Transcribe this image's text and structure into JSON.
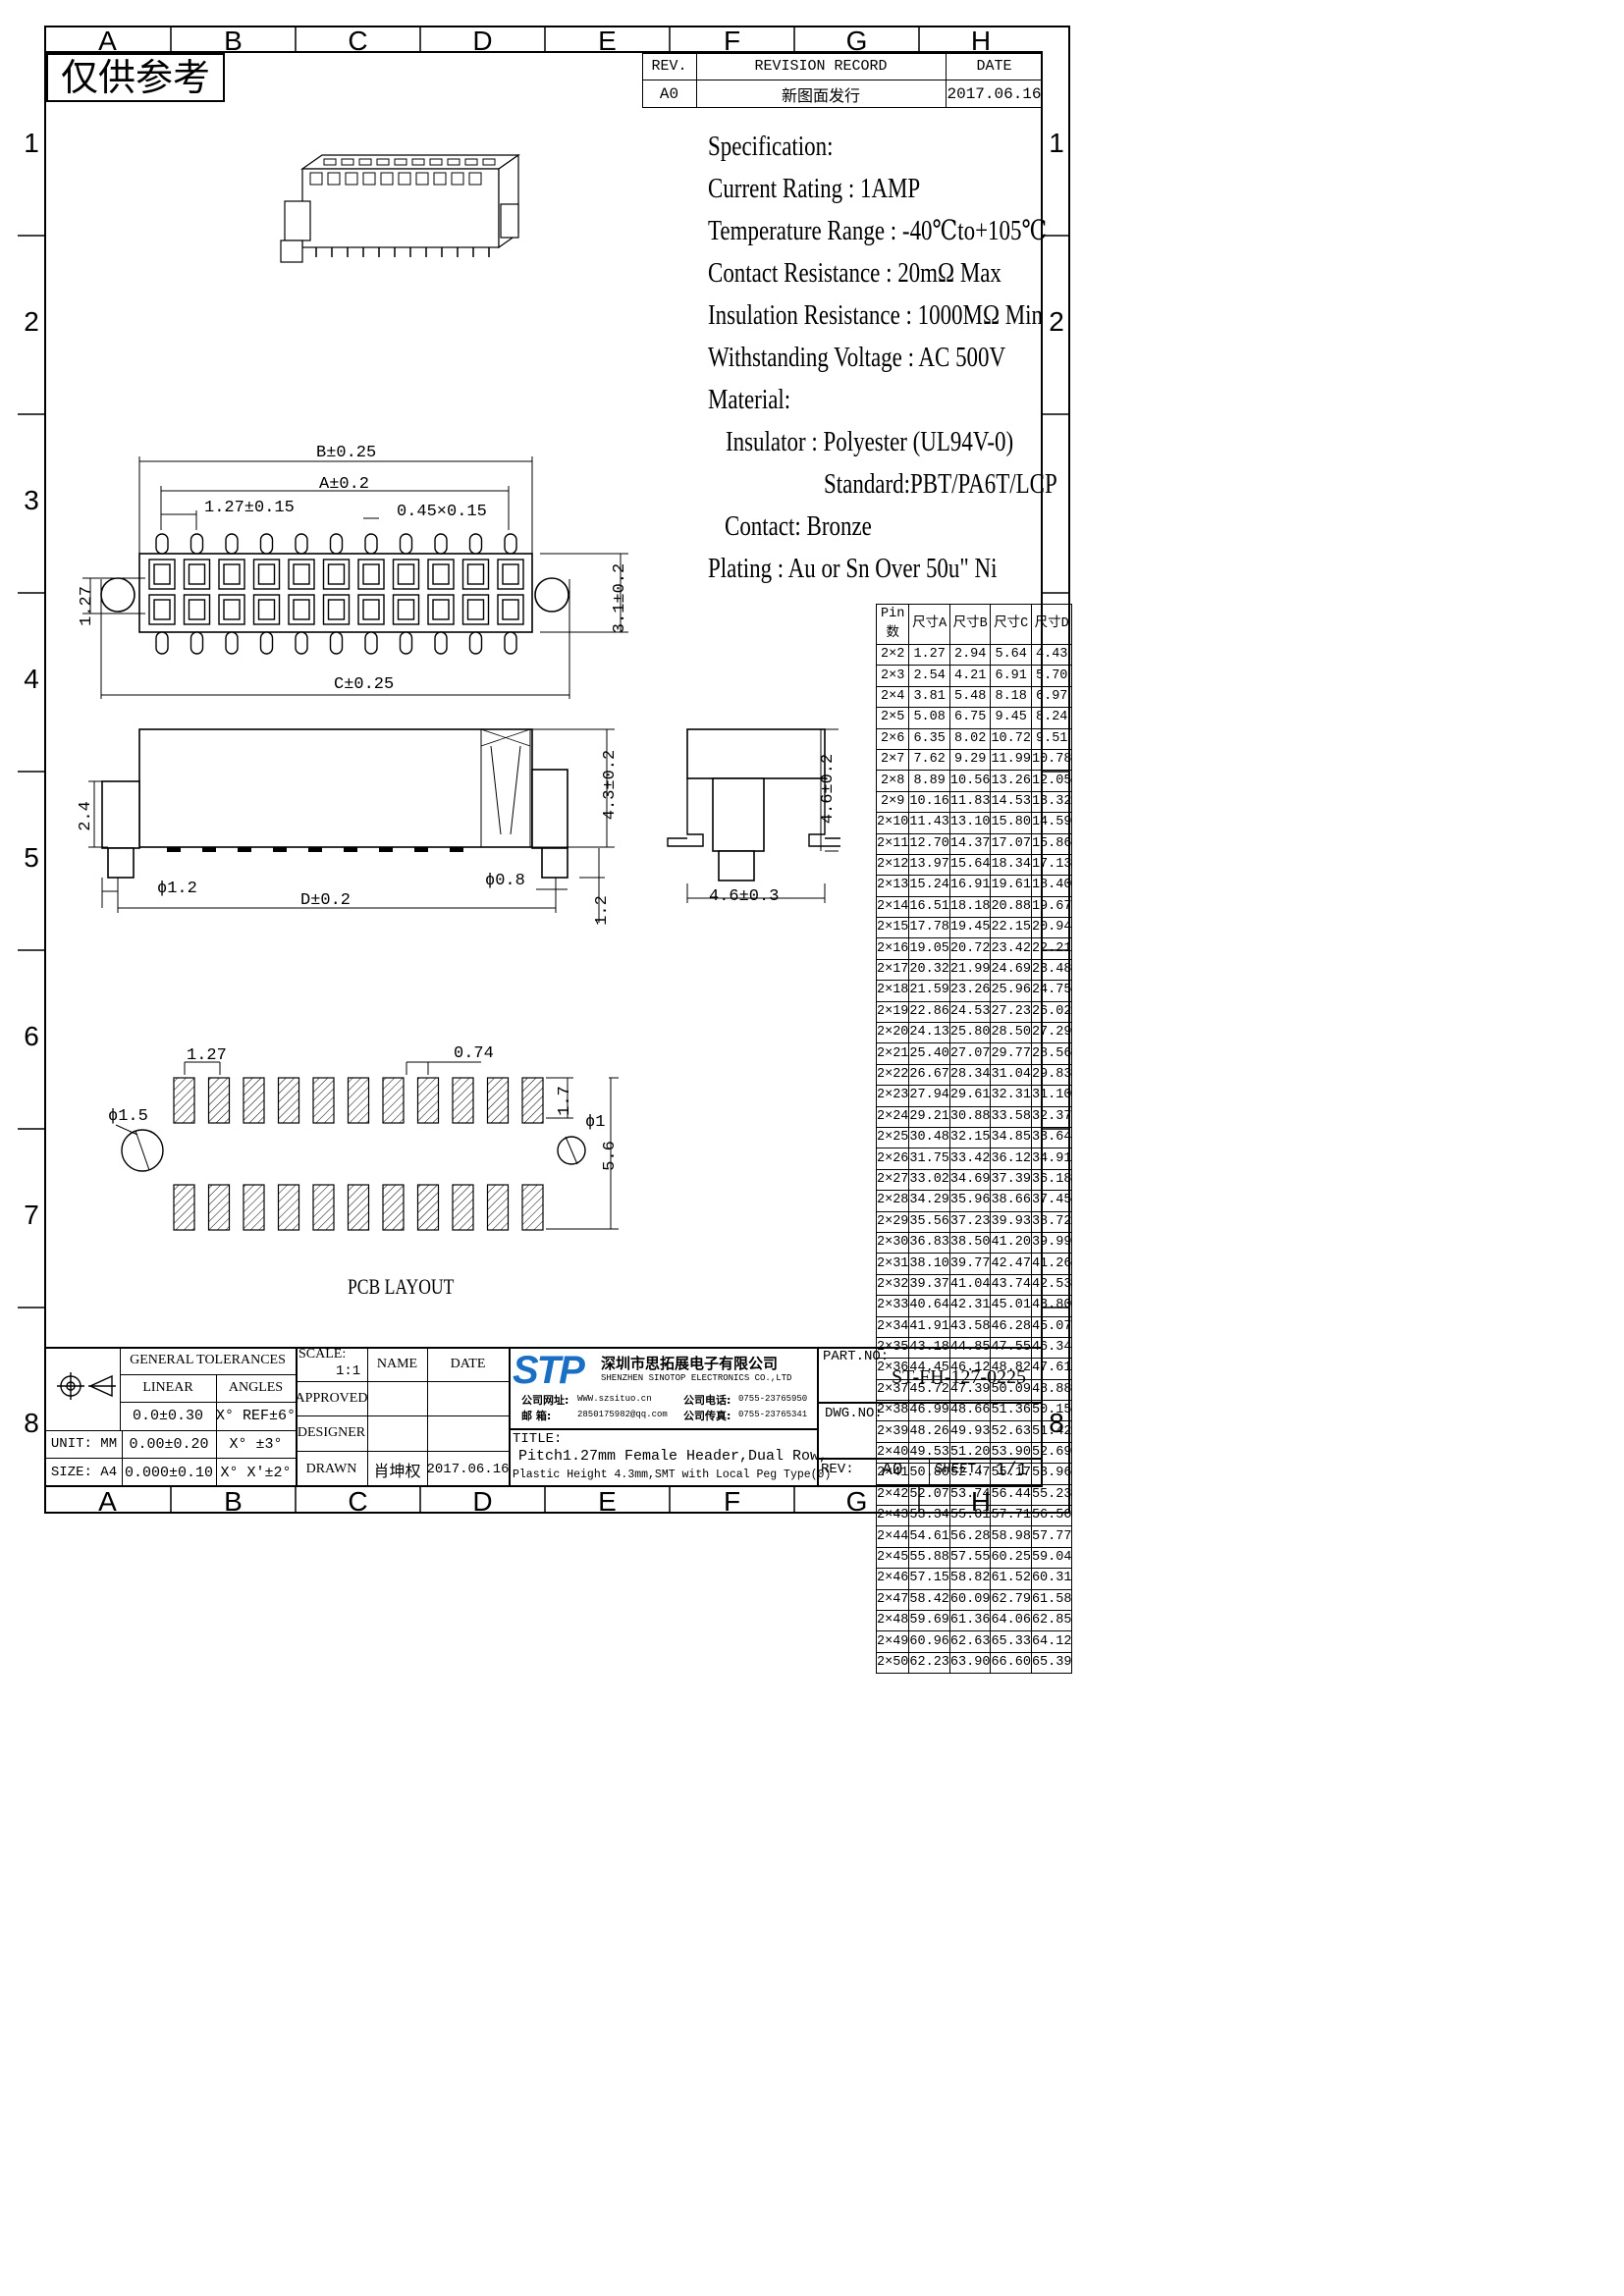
{
  "watermark_stamp": "仅供参考",
  "grid": {
    "columns": [
      "A",
      "B",
      "C",
      "D",
      "E",
      "F",
      "G",
      "H"
    ],
    "rows": [
      "1",
      "2",
      "3",
      "4",
      "5",
      "6",
      "7",
      "8"
    ]
  },
  "revision": {
    "rev_header": "REV.",
    "record_header": "REVISION RECORD",
    "date_header": "DATE",
    "rev": "A0",
    "record": "新图面发行",
    "date": "2017.06.16"
  },
  "specification": {
    "title": "Specification:",
    "lines": [
      "Current Rating : 1AMP",
      "Temperature Range : -40℃to+105℃",
      "Contact Resistance : 20mΩ Max",
      "Insulation Resistance : 1000MΩ Min",
      "Withstanding Voltage : AC 500V",
      "Material:",
      "Insulator : Polyester (UL94V-0)",
      "Standard:PBT/PA6T/LCP",
      "Contact: Bronze",
      "Plating : Au or Sn Over 50u\" Ni"
    ]
  },
  "top_view_dims": {
    "b": "B±0.25",
    "a": "A±0.2",
    "pitch": "1.27±0.15",
    "pin": "0.45×0.15",
    "c": "C±0.25",
    "h127": "1.27",
    "w31": "3.1±0.2"
  },
  "side_view_dims": {
    "h43": "4.3±0.2",
    "h24": "2.4",
    "d12": "ϕ1.2",
    "d08": "ϕ0.8",
    "d": "D±0.2",
    "h12": "1.2",
    "h46": "4.6±0.2",
    "w46": "4.6±0.3"
  },
  "pcb_layout": {
    "title": "PCB LAYOUT",
    "pitch": "1.27",
    "pad_w": "0.74",
    "pad_h": "1.7",
    "hole_l": "ϕ1.5",
    "hole_r": "ϕ1",
    "row_span": "5.6"
  },
  "pin_table": {
    "headers": [
      "Pin数",
      "尺寸A",
      "尺寸B",
      "尺寸C",
      "尺寸D"
    ],
    "rows": [
      [
        "2×2",
        "1.27",
        "2.94",
        "5.64",
        "4.43"
      ],
      [
        "2×3",
        "2.54",
        "4.21",
        "6.91",
        "5.70"
      ],
      [
        "2×4",
        "3.81",
        "5.48",
        "8.18",
        "6.97"
      ],
      [
        "2×5",
        "5.08",
        "6.75",
        "9.45",
        "8.24"
      ],
      [
        "2×6",
        "6.35",
        "8.02",
        "10.72",
        "9.51"
      ],
      [
        "2×7",
        "7.62",
        "9.29",
        "11.99",
        "10.78"
      ],
      [
        "2×8",
        "8.89",
        "10.56",
        "13.26",
        "12.05"
      ],
      [
        "2×9",
        "10.16",
        "11.83",
        "14.53",
        "13.32"
      ],
      [
        "2×10",
        "11.43",
        "13.10",
        "15.80",
        "14.59"
      ],
      [
        "2×11",
        "12.70",
        "14.37",
        "17.07",
        "15.86"
      ],
      [
        "2×12",
        "13.97",
        "15.64",
        "18.34",
        "17.13"
      ],
      [
        "2×13",
        "15.24",
        "16.91",
        "19.61",
        "18.40"
      ],
      [
        "2×14",
        "16.51",
        "18.18",
        "20.88",
        "19.67"
      ],
      [
        "2×15",
        "17.78",
        "19.45",
        "22.15",
        "20.94"
      ],
      [
        "2×16",
        "19.05",
        "20.72",
        "23.42",
        "22.21"
      ],
      [
        "2×17",
        "20.32",
        "21.99",
        "24.69",
        "23.48"
      ],
      [
        "2×18",
        "21.59",
        "23.26",
        "25.96",
        "24.75"
      ],
      [
        "2×19",
        "22.86",
        "24.53",
        "27.23",
        "26.02"
      ],
      [
        "2×20",
        "24.13",
        "25.80",
        "28.50",
        "27.29"
      ],
      [
        "2×21",
        "25.40",
        "27.07",
        "29.77",
        "28.56"
      ],
      [
        "2×22",
        "26.67",
        "28.34",
        "31.04",
        "29.83"
      ],
      [
        "2×23",
        "27.94",
        "29.61",
        "32.31",
        "31.10"
      ],
      [
        "2×24",
        "29.21",
        "30.88",
        "33.58",
        "32.37"
      ],
      [
        "2×25",
        "30.48",
        "32.15",
        "34.85",
        "33.64"
      ],
      [
        "2×26",
        "31.75",
        "33.42",
        "36.12",
        "34.91"
      ],
      [
        "2×27",
        "33.02",
        "34.69",
        "37.39",
        "36.18"
      ],
      [
        "2×28",
        "34.29",
        "35.96",
        "38.66",
        "37.45"
      ],
      [
        "2×29",
        "35.56",
        "37.23",
        "39.93",
        "38.72"
      ],
      [
        "2×30",
        "36.83",
        "38.50",
        "41.20",
        "39.99"
      ],
      [
        "2×31",
        "38.10",
        "39.77",
        "42.47",
        "41.26"
      ],
      [
        "2×32",
        "39.37",
        "41.04",
        "43.74",
        "42.53"
      ],
      [
        "2×33",
        "40.64",
        "42.31",
        "45.01",
        "43.80"
      ],
      [
        "2×34",
        "41.91",
        "43.58",
        "46.28",
        "45.07"
      ],
      [
        "2×35",
        "43.18",
        "44.85",
        "47.55",
        "46.34"
      ],
      [
        "2×36",
        "44.45",
        "46.12",
        "48.82",
        "47.61"
      ],
      [
        "2×37",
        "45.72",
        "47.39",
        "50.09",
        "48.88"
      ],
      [
        "2×38",
        "46.99",
        "48.66",
        "51.36",
        "50.15"
      ],
      [
        "2×39",
        "48.26",
        "49.93",
        "52.63",
        "51.42"
      ],
      [
        "2×40",
        "49.53",
        "51.20",
        "53.90",
        "52.69"
      ],
      [
        "2×41",
        "50.80",
        "52.47",
        "55.17",
        "53.96"
      ],
      [
        "2×42",
        "52.07",
        "53.74",
        "56.44",
        "55.23"
      ],
      [
        "2×43",
        "53.34",
        "55.01",
        "57.71",
        "56.50"
      ],
      [
        "2×44",
        "54.61",
        "56.28",
        "58.98",
        "57.77"
      ],
      [
        "2×45",
        "55.88",
        "57.55",
        "60.25",
        "59.04"
      ],
      [
        "2×46",
        "57.15",
        "58.82",
        "61.52",
        "60.31"
      ],
      [
        "2×47",
        "58.42",
        "60.09",
        "62.79",
        "61.58"
      ],
      [
        "2×48",
        "59.69",
        "61.36",
        "64.06",
        "62.85"
      ],
      [
        "2×49",
        "60.96",
        "62.63",
        "65.33",
        "64.12"
      ],
      [
        "2×50",
        "62.23",
        "63.90",
        "66.60",
        "65.39"
      ]
    ]
  },
  "title_block": {
    "general_tolerances": "GENERAL TOLERANCES",
    "linear": "LINEAR",
    "angles": "ANGLES",
    "tol_rows": [
      [
        "0.0±0.30",
        "X° REF±6°"
      ],
      [
        "0.00±0.20",
        "X° ±3°"
      ],
      [
        "0.000±0.10",
        "X° X'±2°"
      ]
    ],
    "unit": "UNIT: MM",
    "size": "SIZE: A4",
    "scale_label": "SCALE:",
    "scale": "1:1",
    "name": "NAME",
    "date": "DATE",
    "approved": "APPROVED",
    "designer": "DESIGNER",
    "drawn": "DRAWN",
    "drawn_name": "肖坤权",
    "drawn_date": "2017.06.16",
    "company_logo": "STP",
    "company_cn": "深圳市思拓展电子有限公司",
    "company_en": "SHENZHEN SINOTOP ELECTRONICS CO.,LTD",
    "web_label": "公司网址:",
    "web": "WWW.szsituo.cn",
    "tel_label": "公司电话:",
    "tel": "0755-23765950",
    "mail_label": "邮 箱:",
    "mail": "2850175982@qq.com",
    "fax_label": "公司传真:",
    "fax": "0755-23765341",
    "title_label": "TITLE:",
    "title_line1": "Pitch1.27mm Female Header,Dual Row,",
    "title_line2": "Plastic Height 4.3mm,SMT with Local Peg Type(0)",
    "part_no_label": "PART.NO:",
    "part_no": "ST-FH-127-0225",
    "dwg_no_label": "DWG.NO:",
    "rev_label": "REV:",
    "rev": "A0",
    "sheet_label": "SHEET:",
    "sheet": "1/1"
  }
}
